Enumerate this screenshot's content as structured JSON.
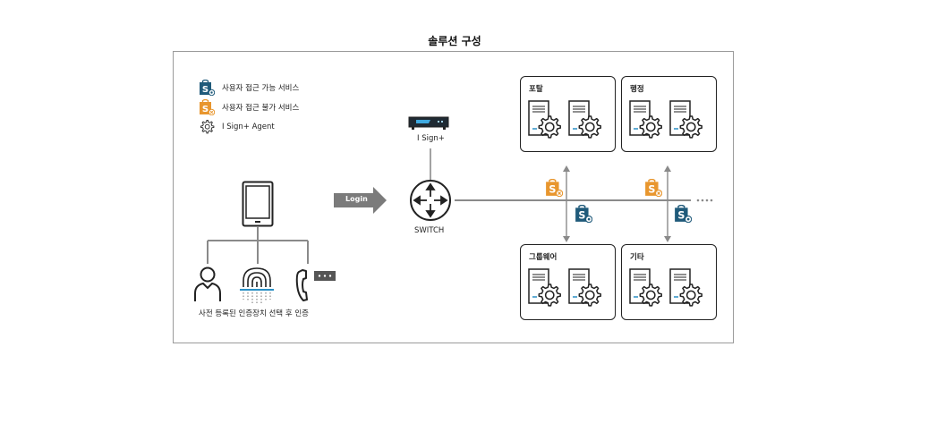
{
  "title": "솔루션 구성",
  "legend": {
    "accessible": "사용자 접근 가능 서비스",
    "inaccessible": "사용자 접근 불가 서비스",
    "agent": "I Sign+ Agent"
  },
  "device": {
    "label": "I Sign+"
  },
  "switch": {
    "label": "SWITCH"
  },
  "login": {
    "label": "Login"
  },
  "auth": {
    "caption": "사전 등록된 인증장치 선택 후 인증"
  },
  "servers": [
    {
      "label": "포탈"
    },
    {
      "label": "행정"
    },
    {
      "label": "그룹웨어"
    },
    {
      "label": "기타"
    }
  ],
  "colors": {
    "accessible": "#1f5a7a",
    "inaccessible": "#e8962e",
    "line": "#8a8a8a",
    "arrow": "#7b7b7b"
  }
}
